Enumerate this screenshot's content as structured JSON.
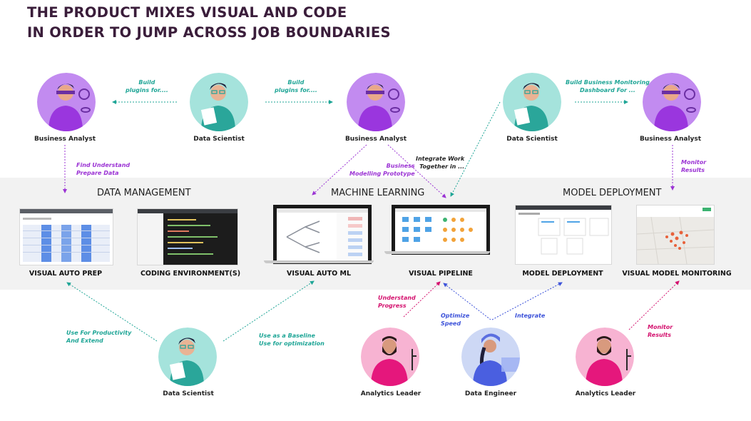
{
  "title_line1": "THE PRODUCT MIXES VISUAL AND CODE",
  "title_line2": "IN ORDER TO JUMP ACROSS JOB BOUNDARIES",
  "sections": {
    "data_management": "DATA MANAGEMENT",
    "machine_learning": "MACHINE LEARNING",
    "model_deployment": "MODEL DEPLOYMENT"
  },
  "personas": {
    "ba1": "Business Analyst",
    "ds1": "Data Scientist",
    "ba2": "Business Analyst",
    "ds2": "Data Scientist",
    "ba3": "Business Analyst",
    "ds3": "Data Scientist",
    "al1": "Analytics Leader",
    "de": "Data Engineer",
    "al2": "Analytics Leader"
  },
  "tools": {
    "auto_prep": "VISUAL AUTO  PREP",
    "coding": "CODING ENVIRONMENT(S)",
    "auto_ml": "VISUAL AUTO ML",
    "pipeline": "VISUAL PIPELINE",
    "deployment": "MODEL DEPLOYMENT",
    "monitoring": "VISUAL MODEL MONITORING"
  },
  "annotations": {
    "build1": "Build\nplugins for....",
    "build2": "Build\nplugins for....",
    "build_monitoring": "Build Business Monitoring\nDashboard For ...",
    "find_prepare": "Find Understand\nPrepare Data",
    "business_modelling": "Business\nModelling Prototype",
    "integrate_work": "Integrate Work\nTogether in ...",
    "monitor1": "Monitor\nResults",
    "productivity": "Use For Productivity\nAnd Extend",
    "baseline": "Use as a Baseline\nUse for optimization",
    "understand": "Understand\nProgress",
    "optimize": "Optimize\nSpeed",
    "integrate": "Integrate",
    "monitor2": "Monitor\nResults"
  },
  "colors": {
    "business_analyst": "#c28bf0",
    "data_scientist": "#a5e3dc",
    "analytics_leader": "#f7b3d2",
    "data_engineer": "#cdd8f5",
    "teal": "#1ea596",
    "purple": "#9b33d4",
    "pink": "#d4136f",
    "blue": "#3c52d9"
  }
}
